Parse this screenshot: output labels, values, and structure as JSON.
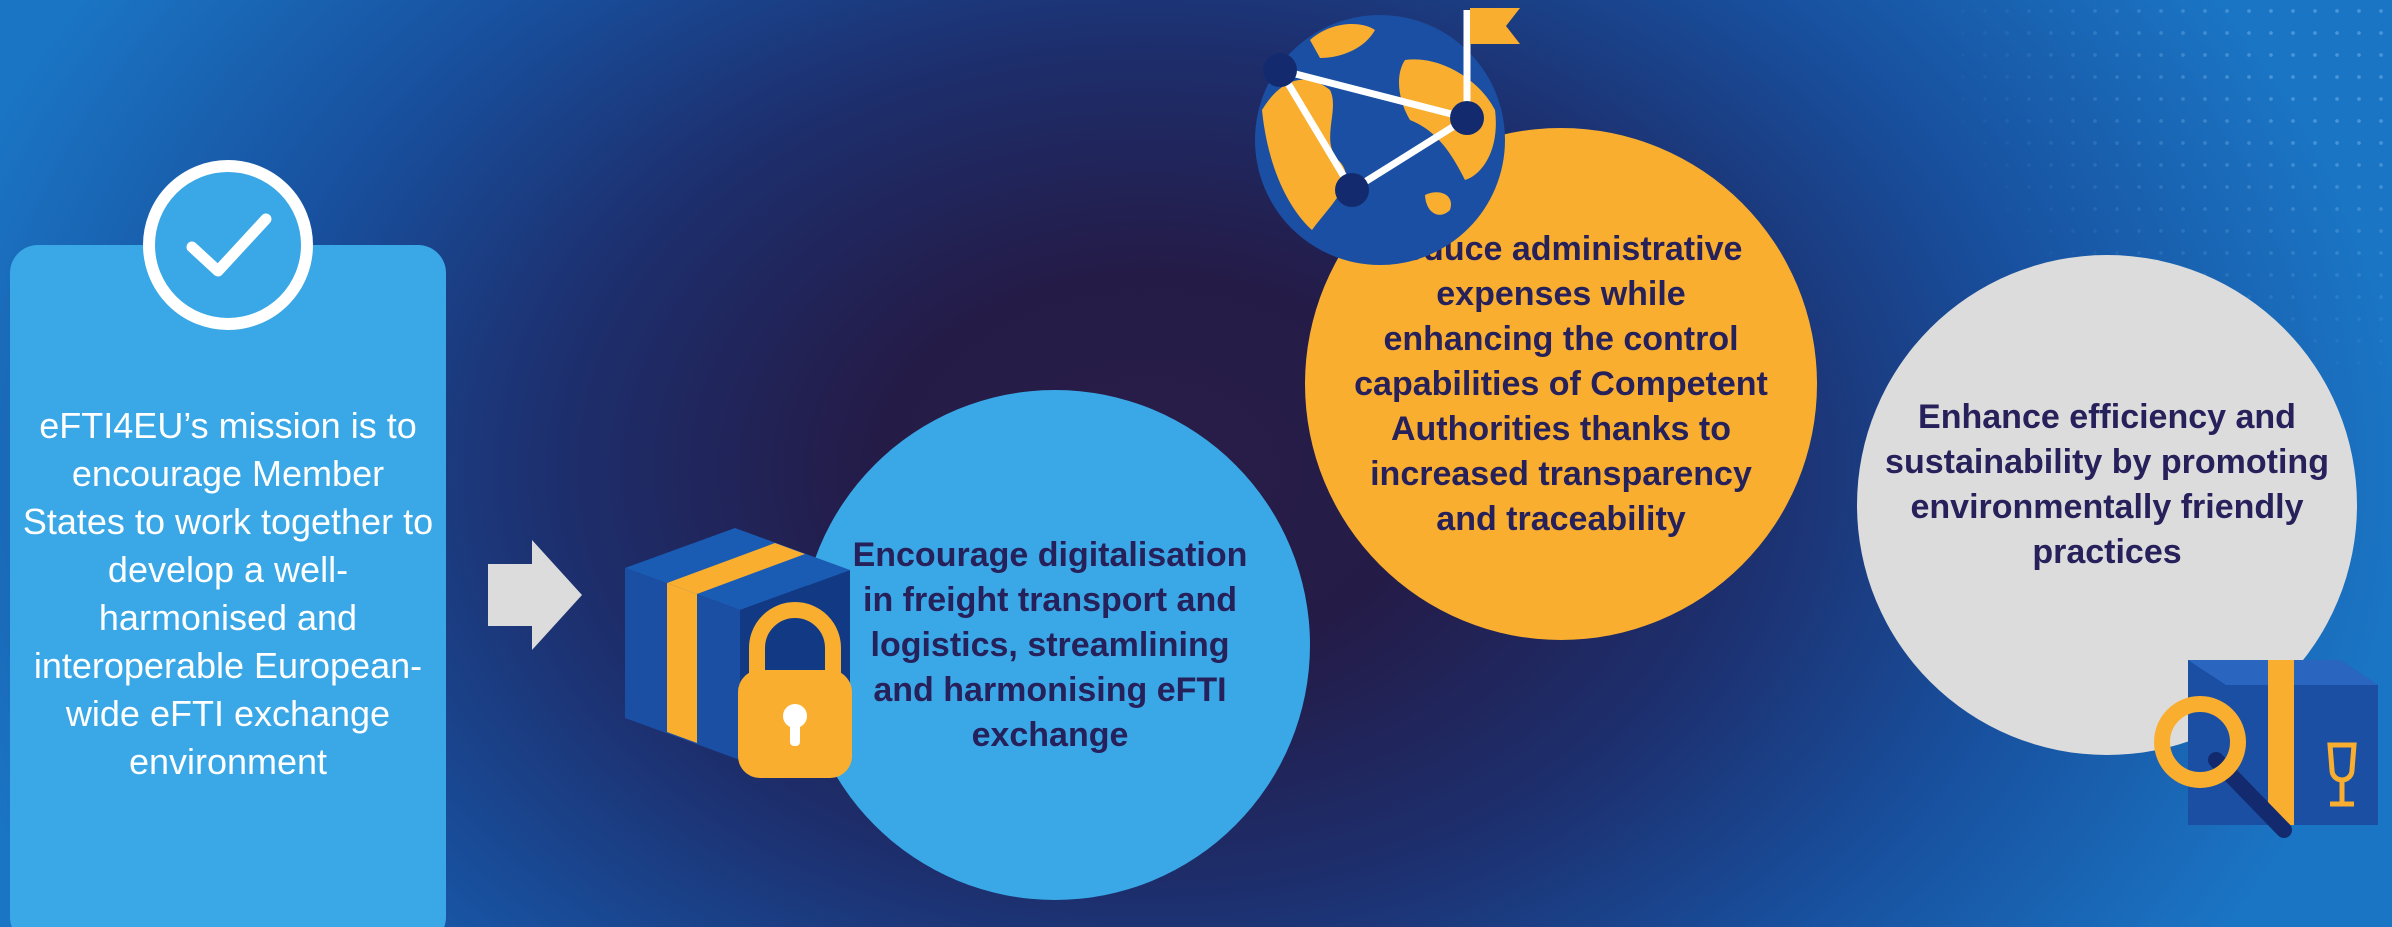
{
  "mission": {
    "text": "eFTI4EU’s mission is to encourage Member States to work together to develop a well-harmonised and interoperable European-wide eFTI exchange environment"
  },
  "goals": [
    {
      "text": "Encourage digitalisation in freight transport and logistics, streamlining and harmonising eFTI exchange",
      "color": "#3aa8e6",
      "icon": "package-lock-icon"
    },
    {
      "text": "Reduce administrative expenses while enhancing the control capabilities of Competent Authorities thanks to increased transparency and traceability",
      "color": "#f9ae30",
      "icon": "globe-network-icon"
    },
    {
      "text": "Enhance efficiency and sustainability by promoting environmentally friendly practices",
      "color": "#dcdcdc",
      "icon": "package-inspect-icon"
    }
  ],
  "colors": {
    "navy": "#26215a",
    "blue": "#3aa8e6",
    "orange": "#f9ae30",
    "grey": "#dcdcdc",
    "box_blue": "#1b4fa3"
  }
}
